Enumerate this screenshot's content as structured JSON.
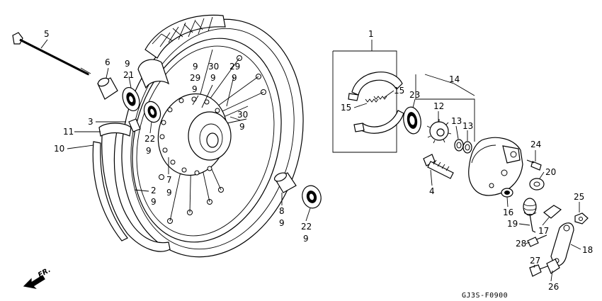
{
  "diagram_code": "GJ3S-F0900",
  "direction_label": "FR.",
  "callouts": [
    {
      "id": "c5",
      "text": "5"
    },
    {
      "id": "c6",
      "text": "6"
    },
    {
      "id": "c9a",
      "text": "9"
    },
    {
      "id": "c21",
      "text": "21"
    },
    {
      "id": "c9b",
      "text": "9"
    },
    {
      "id": "c30a",
      "text": "30"
    },
    {
      "id": "c9c",
      "text": "9"
    },
    {
      "id": "c29a",
      "text": "29"
    },
    {
      "id": "c9d",
      "text": "9"
    },
    {
      "id": "c29b",
      "text": "29"
    },
    {
      "id": "c9e",
      "text": "9"
    },
    {
      "id": "c3",
      "text": "3"
    },
    {
      "id": "c11",
      "text": "11"
    },
    {
      "id": "c10",
      "text": "10"
    },
    {
      "id": "c22a",
      "text": "22"
    },
    {
      "id": "c9f",
      "text": "9"
    },
    {
      "id": "c30b",
      "text": "30"
    },
    {
      "id": "c9g",
      "text": "9"
    },
    {
      "id": "c7",
      "text": "7"
    },
    {
      "id": "c9h",
      "text": "9"
    },
    {
      "id": "c2",
      "text": "2"
    },
    {
      "id": "c9i",
      "text": "9"
    },
    {
      "id": "c8",
      "text": "8"
    },
    {
      "id": "c9j",
      "text": "9"
    },
    {
      "id": "c22b",
      "text": "22"
    },
    {
      "id": "c9k",
      "text": "9"
    },
    {
      "id": "c1",
      "text": "1"
    },
    {
      "id": "c14",
      "text": "14"
    },
    {
      "id": "c15a",
      "text": "15"
    },
    {
      "id": "c15b",
      "text": "15"
    },
    {
      "id": "c23",
      "text": "23"
    },
    {
      "id": "c12",
      "text": "12"
    },
    {
      "id": "c13a",
      "text": "13"
    },
    {
      "id": "c13b",
      "text": "13"
    },
    {
      "id": "c4",
      "text": "4"
    },
    {
      "id": "c24",
      "text": "24"
    },
    {
      "id": "c20",
      "text": "20"
    },
    {
      "id": "c16",
      "text": "16"
    },
    {
      "id": "c25",
      "text": "25"
    },
    {
      "id": "c19",
      "text": "19"
    },
    {
      "id": "c17",
      "text": "17"
    },
    {
      "id": "c28",
      "text": "28"
    },
    {
      "id": "c18",
      "text": "18"
    },
    {
      "id": "c27",
      "text": "27"
    },
    {
      "id": "c26",
      "text": "26"
    }
  ]
}
